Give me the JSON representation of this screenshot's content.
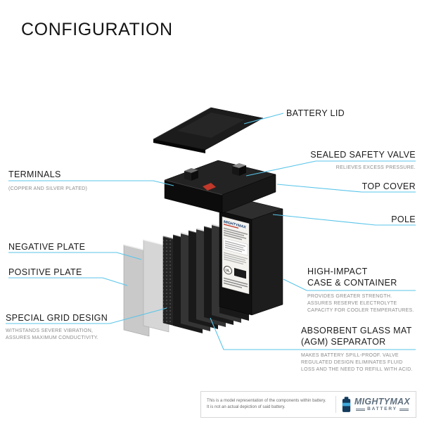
{
  "page": {
    "title": "CONFIGURATION"
  },
  "colors": {
    "callout_line": "#58c4e9",
    "label_text": "#1b1b1b",
    "note_text": "#8b8b8b",
    "valve_red": "#c0392b",
    "brand_blue": "#5f6f7e",
    "battery_black": "#141414"
  },
  "callouts": {
    "battery_lid": {
      "label": "BATTERY LID"
    },
    "sealed_safety_valve": {
      "label": "SEALED SAFETY VALVE",
      "note": "RELIEVES EXCESS PRESSURE."
    },
    "top_cover": {
      "label": "TOP COVER"
    },
    "pole": {
      "label": "POLE"
    },
    "terminals": {
      "label": "TERMINALS",
      "note": "(COPPER AND SILVER PLATED)"
    },
    "negative_plate": {
      "label": "NEGATIVE PLATE"
    },
    "positive_plate": {
      "label": "POSITIVE PLATE"
    },
    "special_grid_design": {
      "label": "SPECIAL GRID DESIGN",
      "note": "WITHSTANDS SEVERE VIBRATION, ASSURES MAXIMUM CONDUCTIVITY."
    },
    "high_impact_case": {
      "label_lines": [
        "HIGH-IMPACT",
        "CASE & CONTAINER"
      ],
      "note": "PROVIDES GREATER STRENGTH. ASSURES RESERVE ELECTROLYTE CAPACITY FOR COOLER TEMPERATURES."
    },
    "agm_separator": {
      "label_lines": [
        "ABSORBENT GLASS MAT",
        "(AGM) SEPARATOR"
      ],
      "note": "MAKES BATTERY SPILL-PROOF. VALVE REGULATED DESIGN ELIMINATES FLUID LOSS AND THE NEED TO REFILL WITH ACID."
    }
  },
  "battery_label": {
    "brand": "MIGHTYMAX",
    "ul_mark": "UL"
  },
  "footer": {
    "disclaimer_line1": "This is a model representation of the components within battery.",
    "disclaimer_line2": "It is not an actual depiction of said battery.",
    "brand": "MIGHTYMAX",
    "brand_word": "BATTERY"
  }
}
